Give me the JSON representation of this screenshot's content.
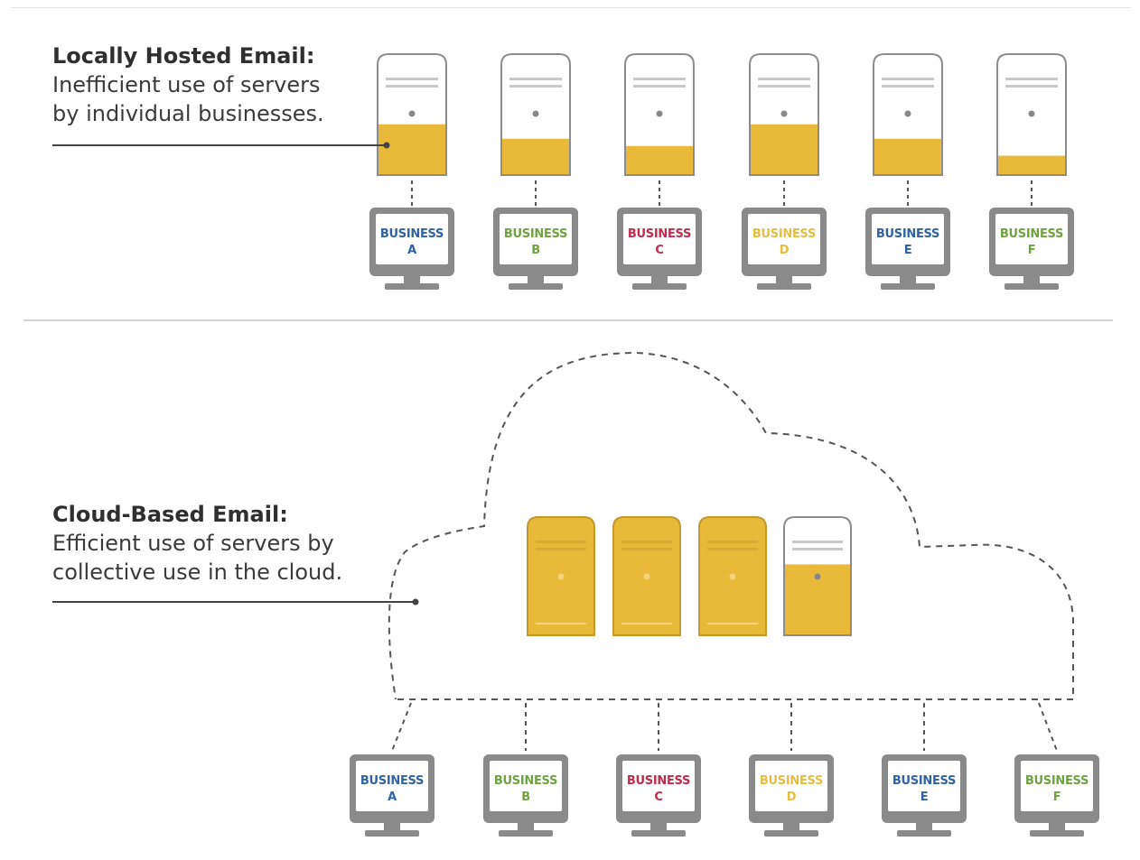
{
  "local": {
    "title": "Locally Hosted Email:",
    "desc_line1": "Inefficient use of servers",
    "desc_line2": "by individual businesses.",
    "server_fill_fraction": [
      0.42,
      0.3,
      0.24,
      0.42,
      0.3,
      0.16
    ]
  },
  "cloud": {
    "title": "Cloud-Based Email:",
    "desc_line1": "Efficient use of servers by",
    "desc_line2": "collective use in the cloud.",
    "server_fill_fraction": [
      1.0,
      1.0,
      1.0,
      0.6
    ]
  },
  "businesses": [
    {
      "word": "BUSINESS",
      "letter": "A",
      "color": "#2f63a6"
    },
    {
      "word": "BUSINESS",
      "letter": "B",
      "color": "#6ea33f"
    },
    {
      "word": "BUSINESS",
      "letter": "C",
      "color": "#c22b4e"
    },
    {
      "word": "BUSINESS",
      "letter": "D",
      "color": "#e6bd3f"
    },
    {
      "word": "BUSINESS",
      "letter": "E",
      "color": "#2f63a6"
    },
    {
      "word": "BUSINESS",
      "letter": "F",
      "color": "#6ea33f"
    }
  ],
  "colors": {
    "server_fill": "#e9b93a",
    "server_outline": "#8c8c8c",
    "monitor_gray": "#8a8a8a",
    "line": "#444444"
  }
}
